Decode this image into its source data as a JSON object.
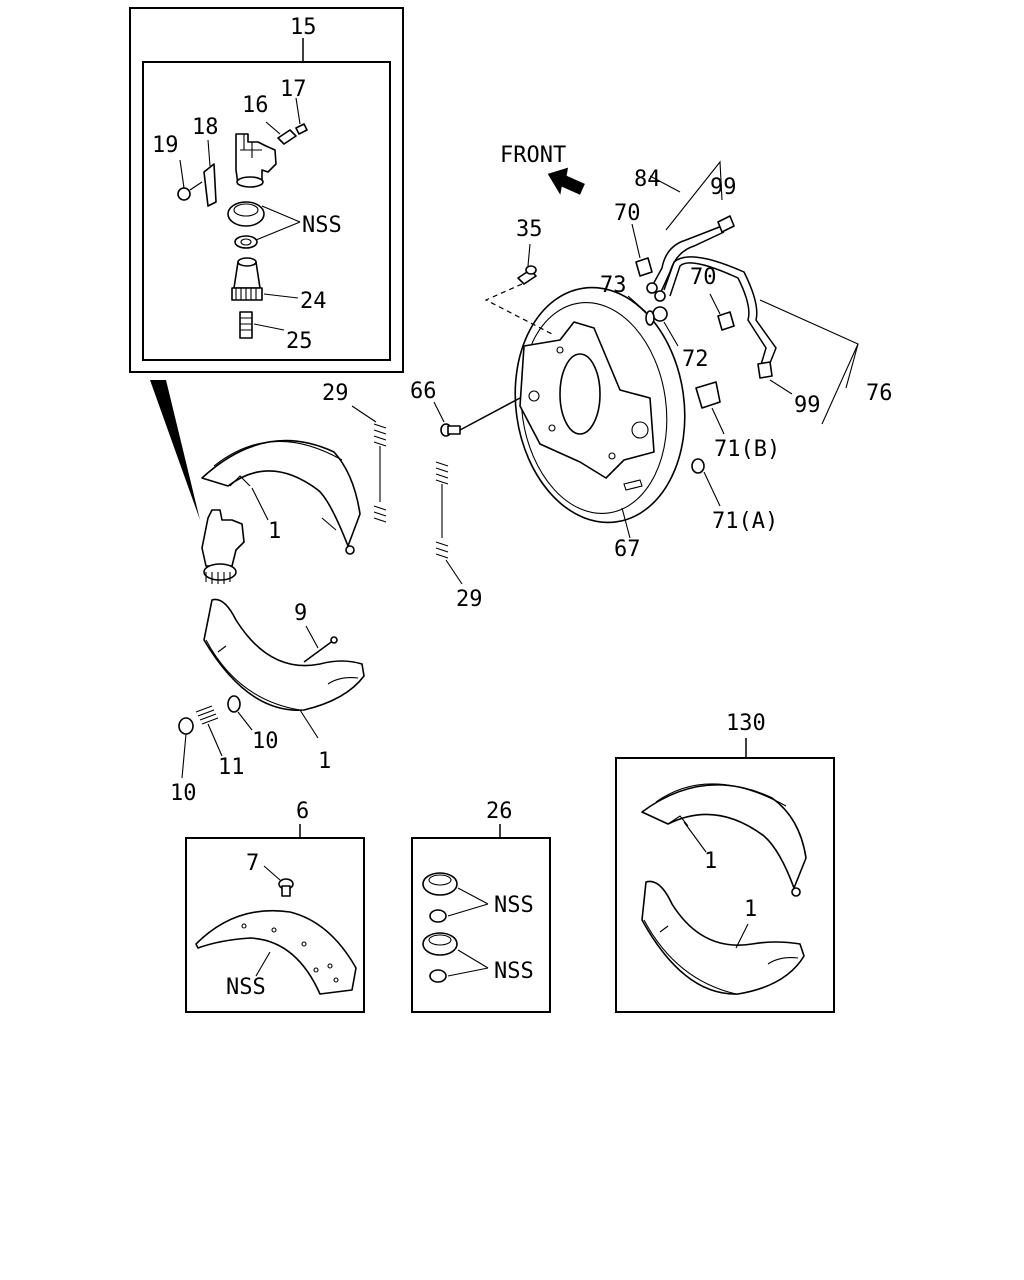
{
  "callouts": {
    "c15": "15",
    "c16": "16",
    "c17": "17",
    "c18": "18",
    "c19": "19",
    "c24": "24",
    "c25": "25",
    "nss_top": "NSS",
    "front": "FRONT",
    "c84": "84",
    "c99a": "99",
    "c70a": "70",
    "c35": "35",
    "c73": "73",
    "c70b": "70",
    "c72": "72",
    "c99b": "99",
    "c76": "76",
    "c66": "66",
    "c71b": "71(B)",
    "c71a": "71(A)",
    "c67": "67",
    "c29a": "29",
    "c29b": "29",
    "c1a": "1",
    "c9": "9",
    "c10a": "10",
    "c10b": "10",
    "c11": "11",
    "c1b": "1",
    "c6": "6",
    "c7": "7",
    "nss_lining": "NSS",
    "c26": "26",
    "nss_kit1": "NSS",
    "nss_kit2": "NSS",
    "c130": "130",
    "c1c": "1",
    "c1d": "1"
  }
}
